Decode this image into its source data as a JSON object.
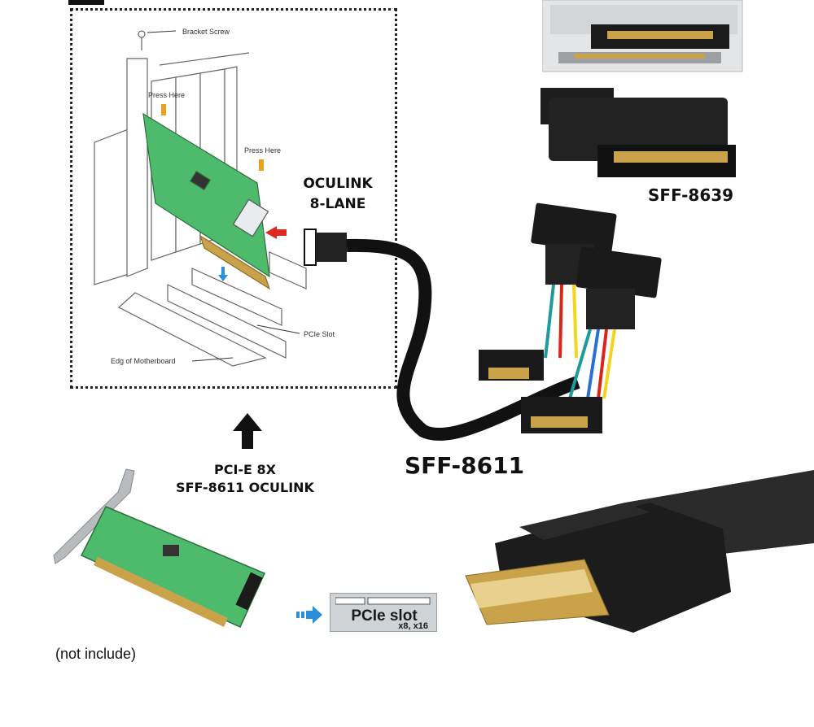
{
  "diagram": {
    "labels": {
      "bracket_screw": "Bracket Screw",
      "press_here_1": "Press Here",
      "press_here_2": "Press Here",
      "pcie_slot_small": "PCIe Slot",
      "edge_of_motherboard": "Edg  of Motherboard",
      "oculink_line1": "OCULINK",
      "oculink_line2": "8-LANE",
      "sff8639": "SFF-8639",
      "sff8611": "SFF-8611",
      "pcie8x_line1": "PCI-E 8X",
      "pcie8x_line2": "SFF-8611 OCULINK",
      "not_include": "(not include)",
      "pcie_slot_title": "PCIe slot",
      "pcie_slot_sub": "x8, x16"
    },
    "colors": {
      "pcb_green": "#4dbb6b",
      "cable_black": "#111111",
      "arrow_blue": "#2a8fd8",
      "arrow_red": "#e0281e",
      "wire_yellow": "#f2d51c",
      "wire_red": "#d9261c",
      "wire_teal": "#1f9b9b",
      "wire_blue": "#2a6fd6",
      "gold": "#c9a24a"
    },
    "icons": {
      "up_arrow": "up-arrow-icon",
      "right_arrow": "right-arrow-icon"
    }
  }
}
